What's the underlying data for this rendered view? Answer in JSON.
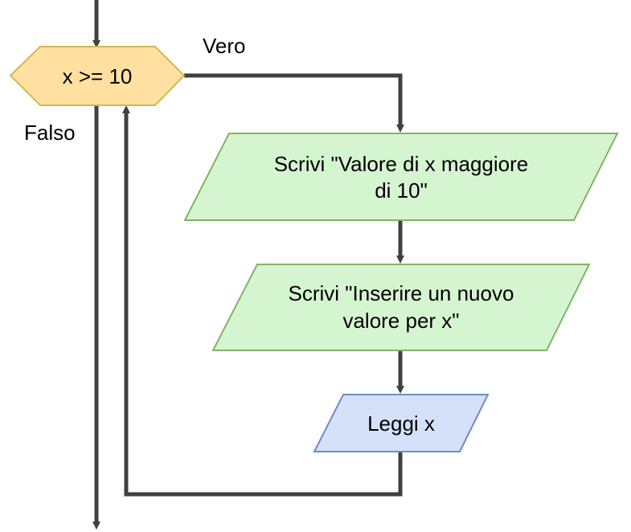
{
  "colors": {
    "line": "#404040",
    "decision_fill": "#ffe0a0",
    "decision_stroke": "#d6b656",
    "output_fill": "#d5f5d0",
    "output_stroke": "#82b366",
    "input_fill": "#d4e1f9",
    "input_stroke": "#6c8ebf"
  },
  "nodes": {
    "decision": {
      "text": "x >= 10",
      "shape": "hexagon"
    },
    "output1": {
      "line1": "Scrivi \"Valore di x maggiore",
      "line2": "di 10\"",
      "shape": "parallelogram"
    },
    "output2": {
      "line1": "Scrivi \"Inserire un nuovo",
      "line2": "valore per x\"",
      "shape": "parallelogram"
    },
    "input": {
      "text": "Leggi x",
      "shape": "parallelogram"
    }
  },
  "edges": {
    "true_label": "Vero",
    "false_label": "Falso"
  }
}
